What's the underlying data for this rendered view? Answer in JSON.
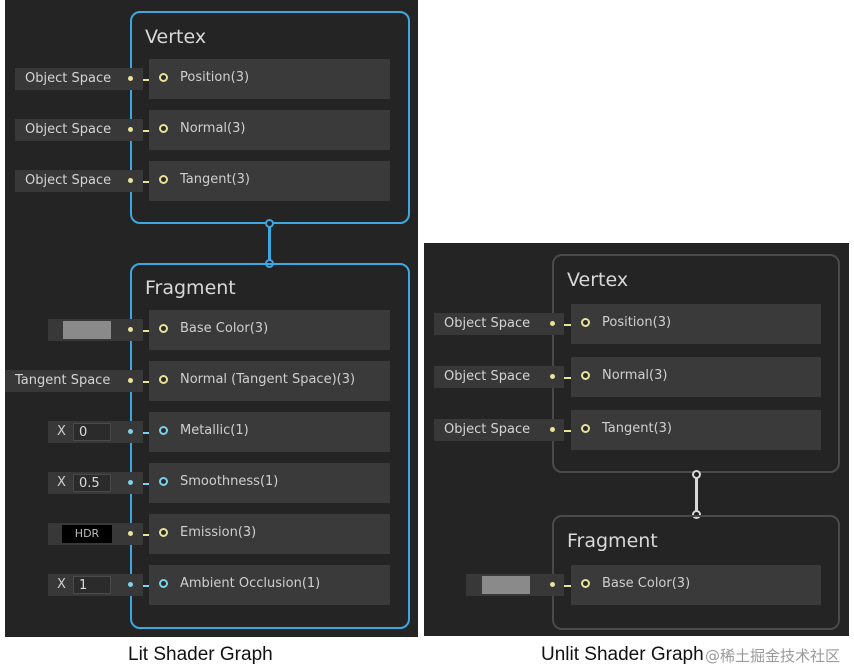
{
  "lit": {
    "vertex": {
      "title": "Vertex",
      "slots": [
        {
          "label": "Position(3)",
          "input": "Object Space"
        },
        {
          "label": "Normal(3)",
          "input": "Object Space"
        },
        {
          "label": "Tangent(3)",
          "input": "Object Space"
        }
      ]
    },
    "fragment": {
      "title": "Fragment",
      "slots": [
        {
          "label": "Base Color(3)",
          "input": "color swatch"
        },
        {
          "label": "Normal (Tangent Space)(3)",
          "input": "Tangent Space"
        },
        {
          "label": "Metallic(1)",
          "x_label": "X",
          "value": "0"
        },
        {
          "label": "Smoothness(1)",
          "x_label": "X",
          "value": "0.5"
        },
        {
          "label": "Emission(3)",
          "input": "HDR"
        },
        {
          "label": "Ambient Occlusion(1)",
          "x_label": "X",
          "value": "1"
        }
      ]
    },
    "caption": "Lit Shader Graph"
  },
  "unlit": {
    "vertex": {
      "title": "Vertex",
      "slots": [
        {
          "label": "Position(3)",
          "input": "Object Space"
        },
        {
          "label": "Normal(3)",
          "input": "Object Space"
        },
        {
          "label": "Tangent(3)",
          "input": "Object Space"
        }
      ]
    },
    "fragment": {
      "title": "Fragment",
      "slots": [
        {
          "label": "Base Color(3)",
          "input": "color swatch"
        }
      ]
    },
    "caption": "Unlit Shader Graph"
  },
  "colors": {
    "background": "#242424",
    "selection": "#3fa7e0",
    "vector_port": "#e8e39a",
    "float_port": "#7fd0ea",
    "swatch": "#8a8a8a"
  },
  "watermark": "@稀土掘金技术社区"
}
